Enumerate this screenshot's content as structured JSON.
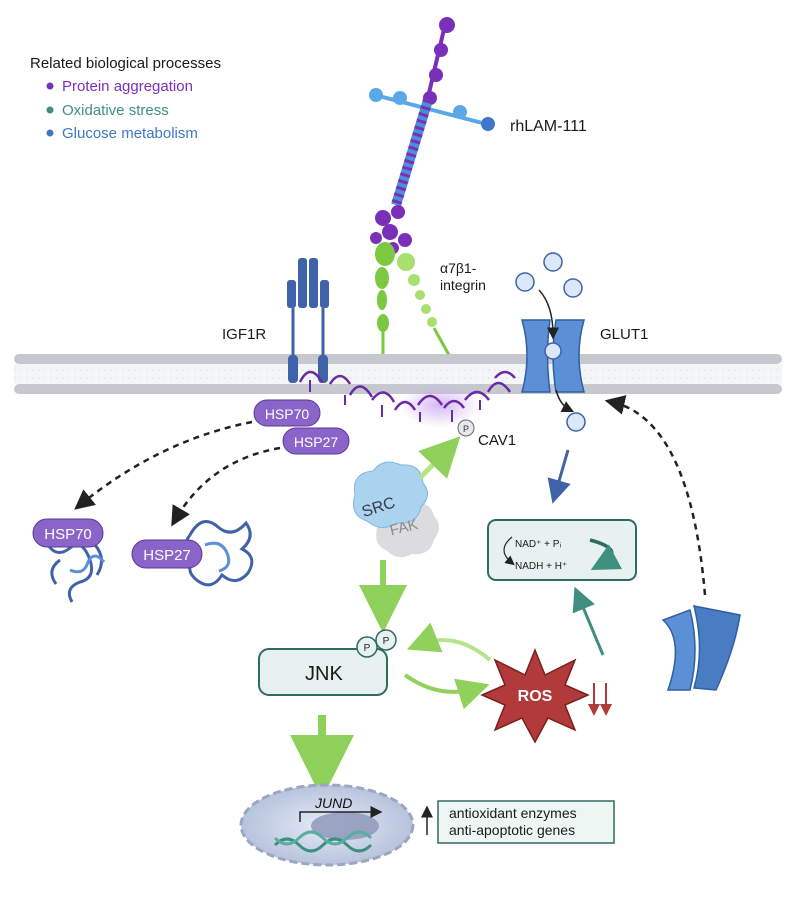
{
  "legend": {
    "title": "Related biological processes",
    "items": [
      {
        "label": "Protein aggregation",
        "color": "#7a2fb8"
      },
      {
        "label": "Oxidative stress",
        "color": "#3f8f80"
      },
      {
        "label": "Glucose metabolism",
        "color": "#3f78c8"
      }
    ]
  },
  "labels": {
    "rhlam": "rhLAM-111",
    "integrin_line1": "α7β1-",
    "integrin_line2": "integrin",
    "igf1r": "IGF1R",
    "glut1": "GLUT1",
    "hsp70": "HSP70",
    "hsp27": "HSP27",
    "cav1": "CAV1",
    "phospho": "P",
    "src": "SRC",
    "fak": "FAK",
    "jnk": "JNK",
    "ros": "ROS",
    "jund": "JUND",
    "nad_top": "NAD⁺ + Pᵢ",
    "nad_bottom": "NADH + H⁺",
    "outcome_line1": "antioxidant enzymes",
    "outcome_line2": "anti-apoptotic genes"
  },
  "colors": {
    "purple": "#7a2fb8",
    "teal": "#3f8f80",
    "blue": "#3f78c8",
    "green_arrow": "#8fd15a",
    "ros_red": "#b23a3a",
    "hsp_fill": "#8a64c8"
  }
}
